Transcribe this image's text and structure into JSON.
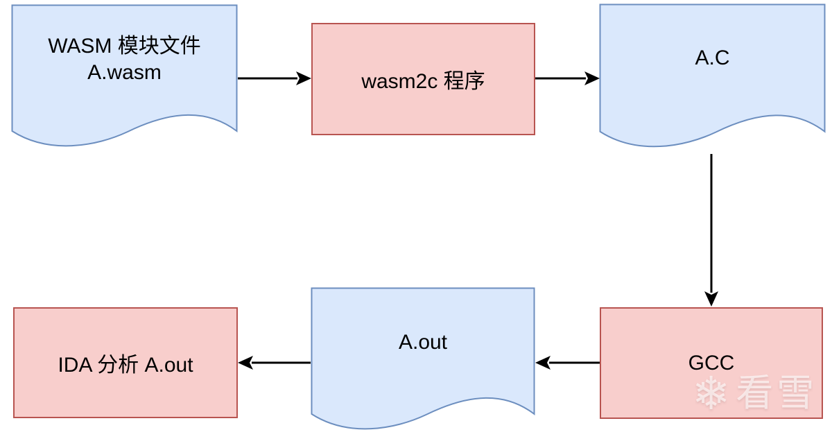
{
  "diagram_type": "flowchart",
  "nodes": {
    "wasm_file": {
      "label": "WASM 模块文件\nA.wasm",
      "shape": "document",
      "fill": "#dae8fc"
    },
    "wasm2c": {
      "label": "wasm2c 程序",
      "shape": "process",
      "fill": "#f8cecc"
    },
    "a_c": {
      "label": "A.C",
      "shape": "document",
      "fill": "#dae8fc"
    },
    "gcc": {
      "label": "GCC",
      "shape": "process",
      "fill": "#f8cecc"
    },
    "a_out": {
      "label": "A.out",
      "shape": "document",
      "fill": "#dae8fc"
    },
    "ida": {
      "label": "IDA 分析 A.out",
      "shape": "process",
      "fill": "#f8cecc"
    }
  },
  "edges": [
    {
      "from": "wasm_file",
      "to": "wasm2c",
      "direction": "right"
    },
    {
      "from": "wasm2c",
      "to": "a_c",
      "direction": "right"
    },
    {
      "from": "a_c",
      "to": "gcc",
      "direction": "down"
    },
    {
      "from": "gcc",
      "to": "a_out",
      "direction": "left"
    },
    {
      "from": "a_out",
      "to": "ida",
      "direction": "left"
    }
  ],
  "colors": {
    "background": "#ffffff",
    "document_fill": "#dae8fc",
    "document_stroke": "#6c8ebf",
    "process_fill": "#f8cecc",
    "process_stroke": "#b85450",
    "arrow": "#000000",
    "label_text": "#000000"
  },
  "watermark": {
    "icon": "snowflake-icon",
    "glyph": "❄",
    "text": "看雪"
  }
}
